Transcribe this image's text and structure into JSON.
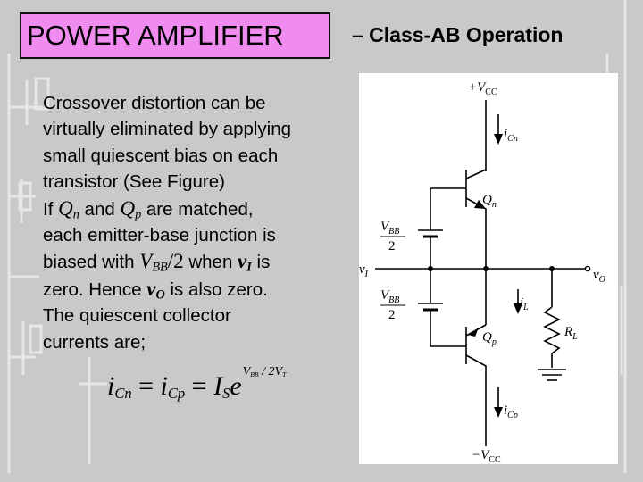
{
  "slide": {
    "title": "POWER AMPLIFIER",
    "subtitle": "– Class-AB Operation",
    "colors": {
      "title_bg": "#f08cf0",
      "background": "#c9c9c9",
      "figure_bg": "#ffffff"
    }
  },
  "body": {
    "line1": "Crossover distortion can be",
    "line2": "virtually eliminated by applying",
    "line3": "small quiescent bias on each",
    "line4": "transistor (See Figure)",
    "line5_a": "If ",
    "line5_qn": "Q",
    "line5_qn_sub": "n",
    "line5_b": " and ",
    "line5_qp": "Q",
    "line5_qp_sub": "p",
    "line5_c": " are matched,",
    "line6": "each emitter-base junction is",
    "line7_a": "biased with ",
    "line7_v": "V",
    "line7_vsub": "BB",
    "line7_div": "/2",
    "line7_b": " when ",
    "line7_vi": "v",
    "line7_visub": "I",
    "line7_c": " is",
    "line8_a": "zero.   Hence ",
    "line8_vo": "v",
    "line8_vosub": "O",
    "line8_b": " is also zero.",
    "line9": "The quiescent collector",
    "line10": "currents are;"
  },
  "equation": {
    "lhs1": "i",
    "lhs1_sub": "Cn",
    "eq1": " = ",
    "lhs2": "i",
    "lhs2_sub": "Cp",
    "eq2": " = ",
    "is": "I",
    "is_sub": "S",
    "e": "e",
    "exponent": "V",
    "exponent_sub": "BB",
    "exponent_rest": " / 2V",
    "exponent_sub2": "T"
  },
  "figure": {
    "vcc_pos": "+V",
    "vcc_pos_sub": "CC",
    "icn": "i",
    "icn_sub": "Cn",
    "qn": "Q",
    "qn_sub": "n",
    "vbb_top": "V",
    "vbb_top_sub": "BB",
    "two_top": "2",
    "vi": "v",
    "vi_sub": "I",
    "vo": "v",
    "vo_sub": "O",
    "il": "i",
    "il_sub": "L",
    "vbb_bot": "V",
    "vbb_bot_sub": "BB",
    "two_bot": "2",
    "rl": "R",
    "rl_sub": "L",
    "qp": "Q",
    "qp_sub": "p",
    "icp": "i",
    "icp_sub": "Cp",
    "vcc_neg": "−V",
    "vcc_neg_sub": "CC"
  }
}
